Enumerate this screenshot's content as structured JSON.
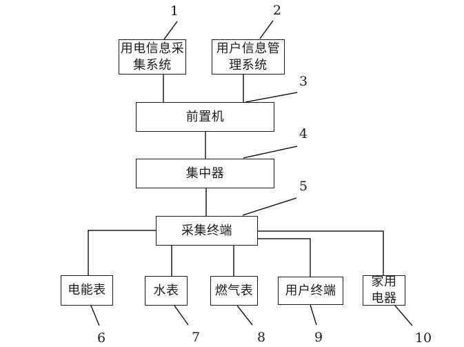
{
  "diagram": {
    "background_color": "#ffffff",
    "line_color": "#1c1c1c",
    "nodes": [
      {
        "id": "power-consumption-info-collection-system",
        "label": "用电信息采集系统",
        "lines": [
          "用电信息采",
          "集系统"
        ],
        "number": "1"
      },
      {
        "id": "user-info-management-system",
        "label": "用户信息管理系统",
        "lines": [
          "用户信息管",
          "理系统"
        ],
        "number": "2"
      },
      {
        "id": "front-end-processor",
        "label": "前置机",
        "lines": [
          "前置机"
        ],
        "number": "3"
      },
      {
        "id": "concentrator",
        "label": "集中器",
        "lines": [
          "集中器"
        ],
        "number": "4"
      },
      {
        "id": "collection-terminal",
        "label": "采集终端",
        "lines": [
          "采集终端"
        ],
        "number": "5"
      },
      {
        "id": "electric-energy-meter",
        "label": "电能表",
        "lines": [
          "电能表"
        ],
        "number": "6"
      },
      {
        "id": "water-meter",
        "label": "水表",
        "lines": [
          "水表"
        ],
        "number": "7"
      },
      {
        "id": "gas-meter",
        "label": "燃气表",
        "lines": [
          "燃气表"
        ],
        "number": "8"
      },
      {
        "id": "user-terminal",
        "label": "用户终端",
        "lines": [
          "用户终端"
        ],
        "number": "9"
      },
      {
        "id": "household-appliances",
        "label": "家用电器",
        "lines": [
          "家用",
          "电器"
        ],
        "number": "10"
      }
    ]
  }
}
